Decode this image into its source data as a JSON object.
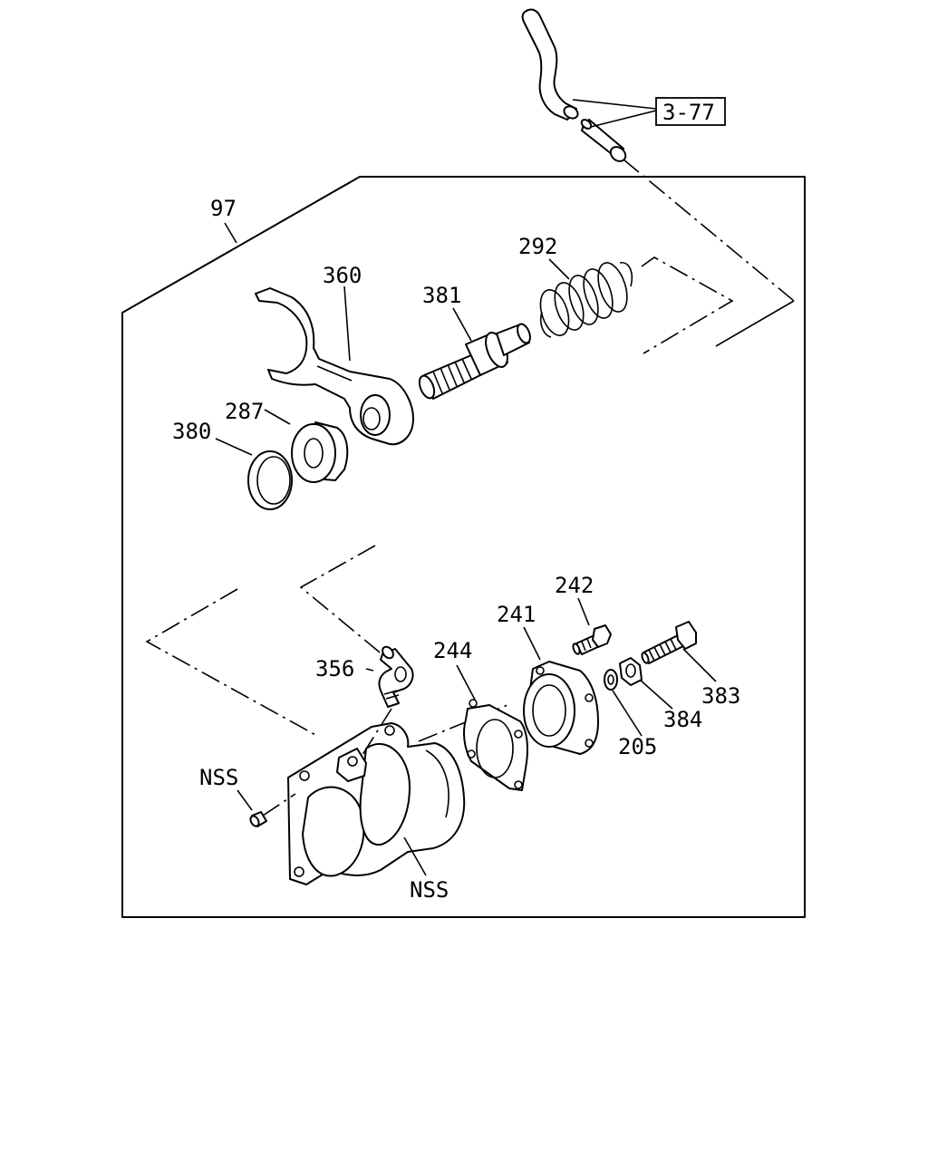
{
  "colors": {
    "background": "#ffffff",
    "ink": "#000000"
  },
  "labels": {
    "ref": "3-77",
    "assembly": "97",
    "spring": "292",
    "fork": "360",
    "shaft": "381",
    "bush": "287",
    "ring": "380",
    "bolt_242": "242",
    "housing_cover": "241",
    "gasket": "244",
    "elbow": "356",
    "bolt_383": "383",
    "nut": "384",
    "washer": "205",
    "nss_plug": "NSS",
    "nss_housing": "NSS"
  }
}
